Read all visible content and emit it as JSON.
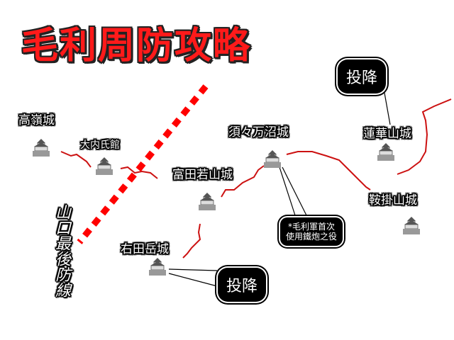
{
  "title": "毛利周防攻略",
  "castles": [
    {
      "key": "takane",
      "label": "高嶺城"
    },
    {
      "key": "ouchi",
      "label": "大内氏館"
    },
    {
      "key": "suzunuma",
      "label": "須々万沼城"
    },
    {
      "key": "rengesan",
      "label": "蓮華山城"
    },
    {
      "key": "tomitawaka",
      "label": "富田若山城"
    },
    {
      "key": "kurakake",
      "label": "鞍掛山城"
    },
    {
      "key": "migitadake",
      "label": "右田岳城"
    }
  ],
  "defense_line_label": "山口最後防線",
  "surrender_label": "投降",
  "note_lines": [
    "*毛利軍首次",
    "使用鐵炮之役"
  ],
  "colors": {
    "title": "#ff1a1a",
    "route": "#cc1111",
    "defense_line": "#ff0000"
  },
  "icons": [
    "castle-icon"
  ]
}
